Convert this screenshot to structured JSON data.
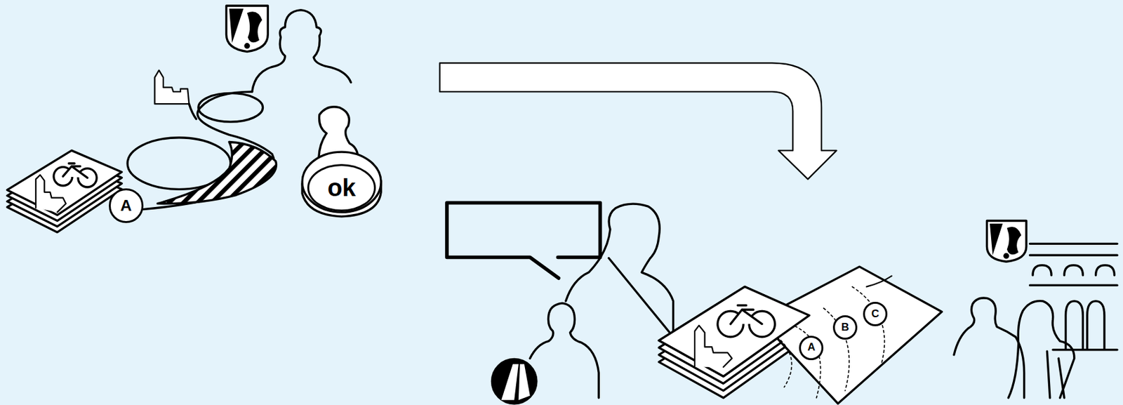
{
  "diagram": {
    "nodes": [
      {
        "text": [
          "A"
        ]
      },
      {
        "text": [
          "ok"
        ]
      },
      {
        "text": [
          "A"
        ]
      },
      {
        "text": [
          "B"
        ]
      },
      {
        "text": [
          "C"
        ]
      }
    ]
  }
}
